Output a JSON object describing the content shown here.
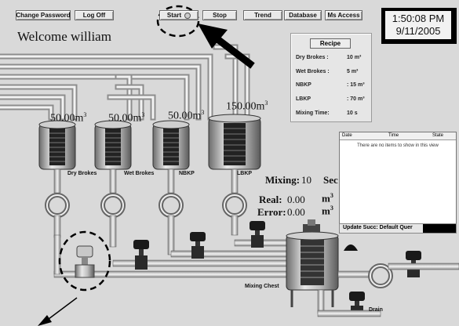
{
  "toolbar": {
    "change_password": "Change Password",
    "log_off": "Log Off",
    "start": "Start",
    "stop": "Stop",
    "trend": "Trend",
    "database": "Database",
    "ms_access": "Ms Access"
  },
  "clock": {
    "time": "1:50:08 PM",
    "date": "9/11/2005"
  },
  "welcome": "Welcome  william",
  "recipe": {
    "button": "Recipe",
    "rows": [
      {
        "label": "Dry Brokes :",
        "value": "10 m³"
      },
      {
        "label": "Wet Brokes :",
        "value": "5  m³"
      },
      {
        "label": "NBKP",
        "value": ":  15 m³"
      },
      {
        "label": "LBKP",
        "value": ":  70 m³"
      },
      {
        "label": "Mixing Time:",
        "value": "10  s"
      }
    ]
  },
  "tanks": [
    {
      "volume": "50.00",
      "unit": "m",
      "label": "Dry Brokes"
    },
    {
      "volume": "50.00",
      "unit": "m",
      "label": "Wet Brokes"
    },
    {
      "volume": "50.00",
      "unit": "m",
      "label": "NBKP"
    },
    {
      "volume": "150.00",
      "unit": "m",
      "label": "LBKP"
    }
  ],
  "mixing": {
    "label": "Mixing:",
    "value": "10",
    "unit": "Sec"
  },
  "real": {
    "label": "Real:",
    "value": "0.00",
    "unit": "m"
  },
  "error": {
    "label": "Error:",
    "value": "0.00",
    "unit": "m"
  },
  "log": {
    "columns": [
      "Date",
      "Time",
      "State"
    ],
    "empty": "There are no items to show in this view",
    "status": "Update Succ: Default Quer"
  },
  "labels": {
    "mixing_chest": "Mixing Chest",
    "drain": "Drain"
  }
}
